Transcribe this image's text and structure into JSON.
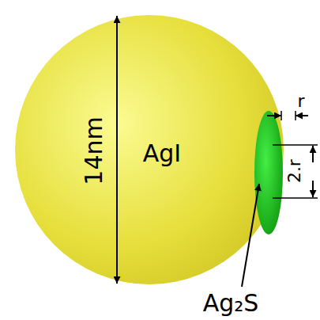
{
  "diagram": {
    "nodes": [
      {
        "text": [
          "AgI"
        ]
      }
    ],
    "labels": [
      "14nm",
      "r",
      "2.r",
      "Ag₂S"
    ]
  }
}
